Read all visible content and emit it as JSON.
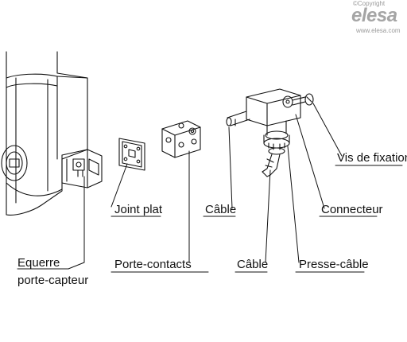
{
  "brand": {
    "copyright": "©Copyright",
    "logo_text": "elesa",
    "url": "www.elesa.com"
  },
  "labels": {
    "equerre_line1": "Equerre",
    "equerre_line2": "porte-capteur",
    "joint_plat": "Joint plat",
    "porte_contacts": "Porte-contacts",
    "cable_1": "Câble",
    "cable_2": "Câble",
    "presse_cable": "Presse-câble",
    "connecteur": "Connecteur",
    "vis_de_fixation": "Vis de fixation"
  },
  "colors": {
    "line": "#111111",
    "background": "#ffffff",
    "brand_gray": "#9a9a9a"
  }
}
